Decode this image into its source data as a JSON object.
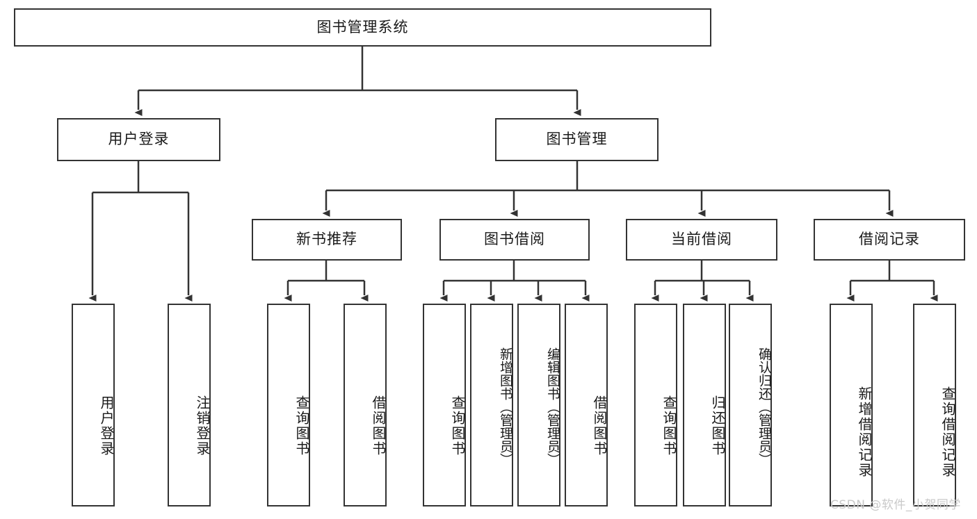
{
  "diagram": {
    "title": "图书管理系统",
    "type": "tree-hierarchy",
    "root": {
      "id": "root",
      "label": "图书管理系统"
    },
    "level2": [
      {
        "id": "user-login",
        "label": "用户登录"
      },
      {
        "id": "book-management",
        "label": "图书管理"
      }
    ],
    "level3": [
      {
        "id": "new-book-recommend",
        "label": "新书推荐",
        "parent": "book-management"
      },
      {
        "id": "book-borrow",
        "label": "图书借阅",
        "parent": "book-management"
      },
      {
        "id": "current-borrow",
        "label": "当前借阅",
        "parent": "book-management"
      },
      {
        "id": "borrow-record",
        "label": "借阅记录",
        "parent": "book-management"
      }
    ],
    "leaves": {
      "user_login": [
        {
          "id": "leaf-user-login",
          "label": "用户登录"
        },
        {
          "id": "leaf-user-logout",
          "label": "注销登录"
        }
      ],
      "new_book_recommend": [
        {
          "id": "leaf-query-book-1",
          "label": "查询图书"
        },
        {
          "id": "leaf-borrow-book-1",
          "label": "借阅图书"
        }
      ],
      "book_borrow": [
        {
          "id": "leaf-query-book-2",
          "label": "查询图书"
        },
        {
          "id": "leaf-add-book",
          "label": "新增图书（管理员）"
        },
        {
          "id": "leaf-edit-book",
          "label": "编辑图书（管理员）"
        },
        {
          "id": "leaf-borrow-book-2",
          "label": "借阅图书"
        }
      ],
      "current_borrow": [
        {
          "id": "leaf-query-book-3",
          "label": "查询图书"
        },
        {
          "id": "leaf-return-book",
          "label": "归还图书"
        },
        {
          "id": "leaf-confirm-return",
          "label": "确认归还（管理员）"
        }
      ],
      "borrow_record": [
        {
          "id": "leaf-add-record",
          "label": "新增借阅记录"
        },
        {
          "id": "leaf-query-record",
          "label": "查询借阅记录"
        }
      ]
    }
  },
  "watermark": {
    "text": "CSDN @软件_小贺同学"
  },
  "colors": {
    "stroke": "#333333",
    "text": "#1a1a1a",
    "background": "#ffffff",
    "watermark": "#c9c9c9"
  }
}
